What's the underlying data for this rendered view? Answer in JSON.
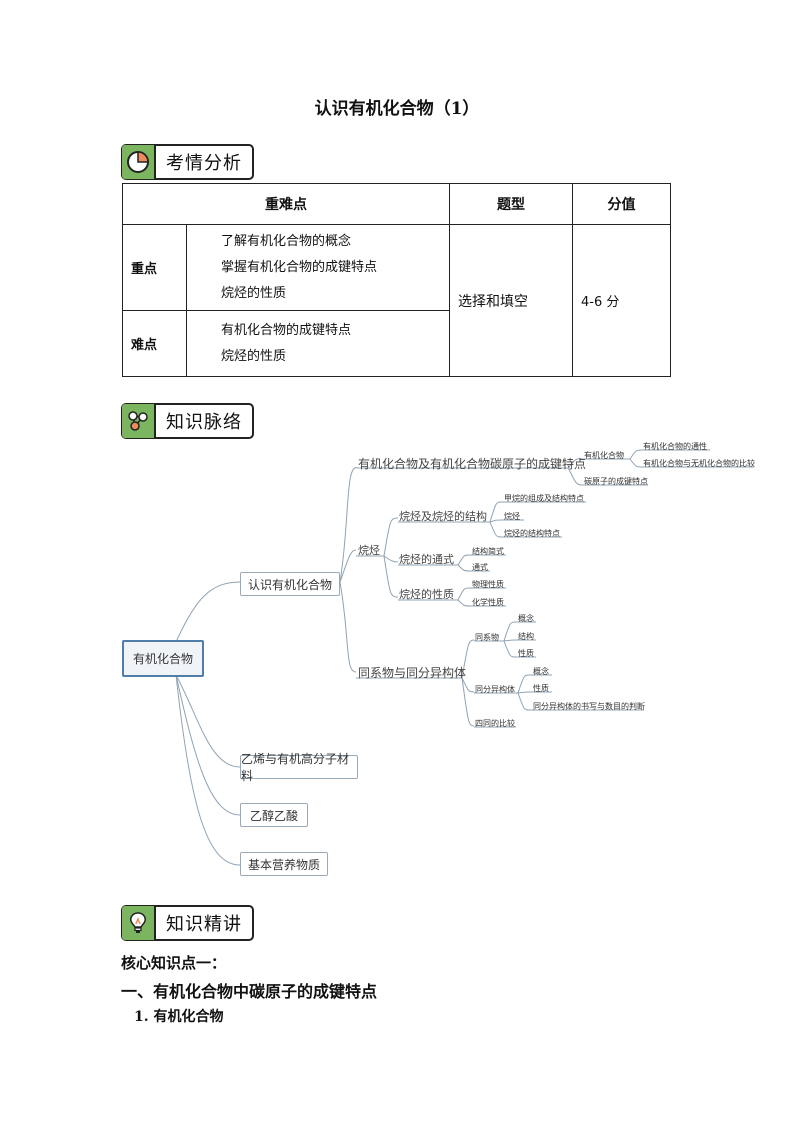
{
  "doc_title": "认识有机化合物（1）",
  "sections": {
    "exam_analysis": "考情分析",
    "knowledge_map": "知识脉络",
    "knowledge_detail": "知识精讲"
  },
  "exam_table": {
    "headers": [
      "重难点",
      "题型",
      "分值"
    ],
    "key_label": "重点",
    "key_items": [
      "了解有机化合物的概念",
      "掌握有机化合物的成键特点",
      "烷烃的性质"
    ],
    "hard_label": "难点",
    "hard_items": [
      "有机化合物的成键特点",
      "烷烃的性质"
    ],
    "question_type": "选择和填空",
    "score": "4-6 分"
  },
  "mindmap": {
    "root": "有机化合物",
    "branch1": "认识有机化合物",
    "branch2": "乙烯与有机高分子材料",
    "branch3": "乙醇乙酸",
    "branch4": "基本营养物质",
    "b1_c1": "有机化合物及有机化合物碳原子的成键特点",
    "b1_c1_a": "有机化合物",
    "b1_c1_a1": "有机化合物的通性",
    "b1_c1_a2": "有机化合物与无机化合物的比较",
    "b1_c1_b": "碳原子的成键特点",
    "b1_c2": "烷烃",
    "b1_c2_a": "烷烃及烷烃的结构",
    "b1_c2_a1": "甲烷的组成及结构特点",
    "b1_c2_a2": "烷烃",
    "b1_c2_a3": "烷烃的结构特点",
    "b1_c2_b": "烷烃的通式",
    "b1_c2_b1": "结构简式",
    "b1_c2_b2": "通式",
    "b1_c2_c": "烷烃的性质",
    "b1_c2_c1": "物理性质",
    "b1_c2_c2": "化学性质",
    "b1_c3": "同系物与同分异构体",
    "b1_c3_a": "同系物",
    "b1_c3_a1": "概念",
    "b1_c3_a2": "结构",
    "b1_c3_a3": "性质",
    "b1_c3_b": "同分异构体",
    "b1_c3_b1": "概念",
    "b1_c3_b2": "性质",
    "b1_c3_b3": "同分异构体的书写与数目的判断",
    "b1_c3_c": "四同的比较"
  },
  "core_heading": "核心知识点一：",
  "heading1": "一、有机化合物中碳原子的成键特点",
  "subheading1": "1. 有机化合物"
}
